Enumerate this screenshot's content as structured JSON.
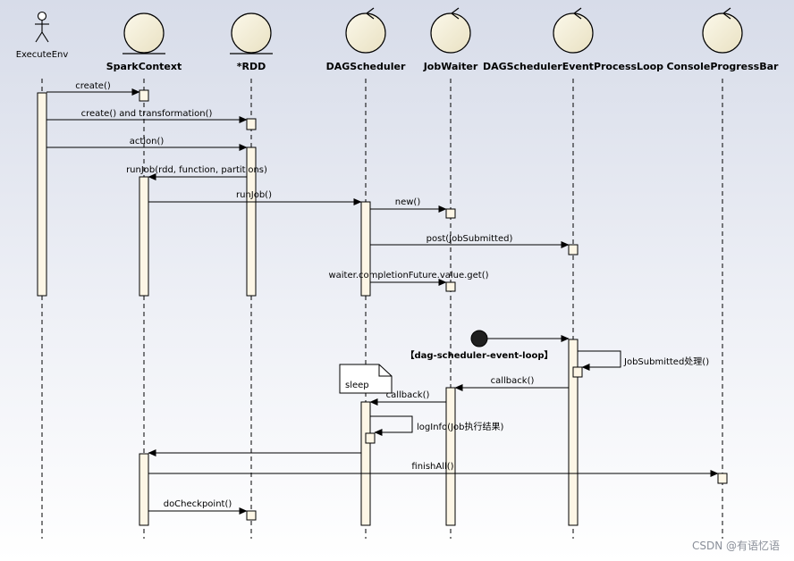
{
  "participants": [
    {
      "id": "env",
      "name": "ExecuteEnv",
      "kind": "actor"
    },
    {
      "id": "sc",
      "name": "SparkContext",
      "kind": "entity"
    },
    {
      "id": "rdd",
      "name": "*RDD",
      "kind": "entity"
    },
    {
      "id": "dag",
      "name": "DAGScheduler",
      "kind": "control"
    },
    {
      "id": "jw",
      "name": "JobWaiter",
      "kind": "control"
    },
    {
      "id": "loop",
      "name": "DAGSchedulerEventProcessLoop",
      "kind": "control"
    },
    {
      "id": "cpb",
      "name": "ConsoleProgressBar",
      "kind": "control"
    }
  ],
  "messages": [
    {
      "id": "create",
      "label": "create()",
      "from": "env",
      "to": "sc"
    },
    {
      "id": "create-transform",
      "label": "create() and transformation()",
      "from": "env",
      "to": "rdd"
    },
    {
      "id": "action",
      "label": "action()",
      "from": "env",
      "to": "rdd"
    },
    {
      "id": "runjob-rdd",
      "label": "runJob(rdd, function, partitions)",
      "from": "rdd",
      "to": "sc"
    },
    {
      "id": "runjob",
      "label": "runJob()",
      "from": "sc",
      "to": "dag"
    },
    {
      "id": "new",
      "label": "new()",
      "from": "dag",
      "to": "jw"
    },
    {
      "id": "post",
      "label": "post(JobSubmitted)",
      "from": "dag",
      "to": "loop"
    },
    {
      "id": "waiter-get",
      "label": "waiter.completionFuture.value.get()",
      "from": "dag",
      "to": "jw"
    },
    {
      "id": "thread-start",
      "label": "【dag-scheduler-event-loop】",
      "from": "initial",
      "to": "loop"
    },
    {
      "id": "jobsubmitted",
      "label": "JobSubmitted处理()",
      "from": "loop",
      "to": "loop"
    },
    {
      "id": "callback-loop",
      "label": "callback()",
      "from": "loop",
      "to": "jw"
    },
    {
      "id": "callback-jw",
      "label": "callback()",
      "from": "jw",
      "to": "dag"
    },
    {
      "id": "loginfo",
      "label": "logInfo(Job执行结果)",
      "from": "dag",
      "to": "dag"
    },
    {
      "id": "return-sc",
      "label": "",
      "from": "dag",
      "to": "sc"
    },
    {
      "id": "finishall",
      "label": "finishAll()",
      "from": "sc",
      "to": "cpb"
    },
    {
      "id": "docheckpoint",
      "label": "doCheckpoint()",
      "from": "sc",
      "to": "rdd"
    }
  ],
  "notes": [
    {
      "id": "sleep",
      "text": "sleep"
    }
  ],
  "watermark": "CSDN @有语忆语",
  "colors": {
    "activation_fill": "#fdf6e6",
    "entity_fill": "#f1ebd2",
    "line": "#000000",
    "initial_node": "#1f1f1f"
  }
}
